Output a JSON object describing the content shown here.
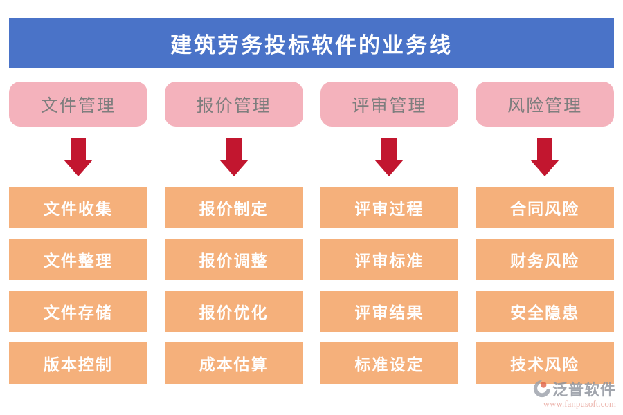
{
  "title": "建筑劳务投标软件的业务线",
  "columns": [
    {
      "header": "文件管理",
      "items": [
        "文件收集",
        "文件整理",
        "文件存储",
        "版本控制"
      ]
    },
    {
      "header": "报价管理",
      "items": [
        "报价制定",
        "报价调整",
        "报价优化",
        "成本估算"
      ]
    },
    {
      "header": "评审管理",
      "items": [
        "评审过程",
        "评审标准",
        "评审结果",
        "标准设定"
      ]
    },
    {
      "header": "风险管理",
      "items": [
        "合同风险",
        "财务风险",
        "安全隐患",
        "技术风险"
      ]
    }
  ],
  "watermark": {
    "brand": "泛普软件",
    "url": "www.fanpusoft.com"
  },
  "colors": {
    "title_bar_blue": "#4a73c8",
    "category_pink": "#f4b2bc",
    "item_orange": "#f5b07b",
    "arrow_red": "#c2162f",
    "category_text_gray": "#7e7e7e",
    "item_text_white": "#ffffff",
    "watermark_gray": "#8b919b",
    "watermark_url_coral": "#e8a49b"
  }
}
